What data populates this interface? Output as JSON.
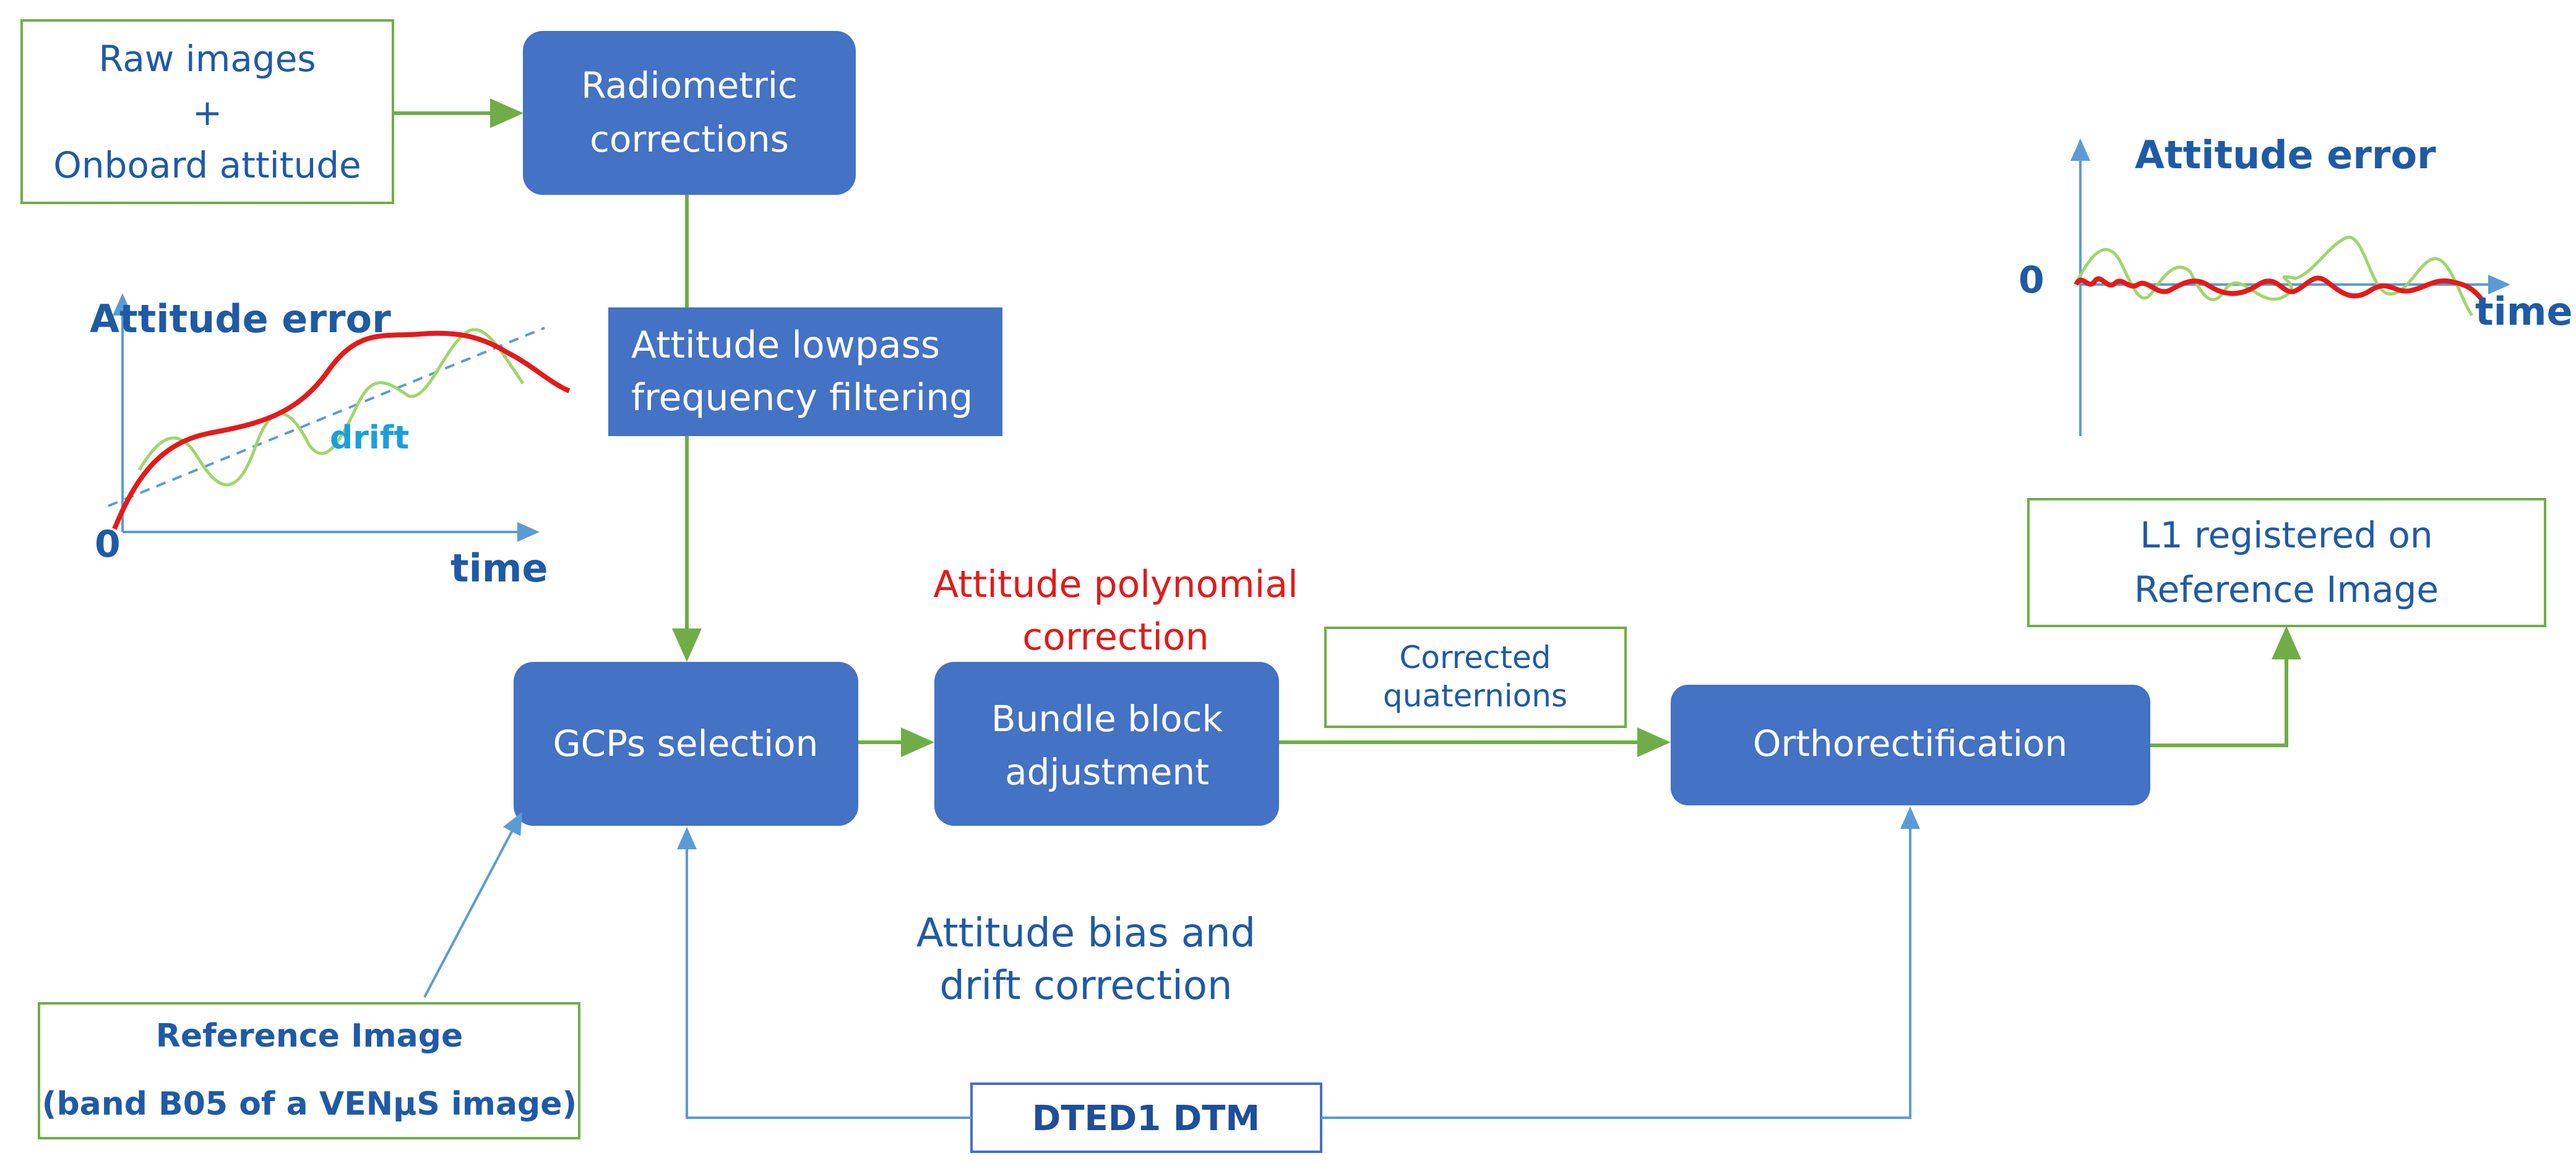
{
  "inputs": {
    "raw": [
      "Raw images",
      "+",
      "Onboard attitude"
    ],
    "reference": [
      "Reference Image",
      "(band B05 of a VENµS image)"
    ],
    "dtm": "DTED1 DTM"
  },
  "steps": {
    "radiometric": [
      "Radiometric",
      "corrections"
    ],
    "lowpass": [
      "Attitude lowpass",
      "frequency filtering"
    ],
    "gcps": "GCPs selection",
    "bundle": [
      "Bundle block",
      "adjustment"
    ],
    "ortho": "Orthorectification"
  },
  "annotations": {
    "polynomial": [
      "Attitude polynomial",
      "correction"
    ],
    "bias_drift": [
      "Attitude bias and",
      "drift correction"
    ],
    "quaternions": [
      "Corrected",
      "quaternions"
    ]
  },
  "output": [
    "L1 registered on",
    "Reference Image"
  ],
  "left_plot": {
    "title": "Attitude error",
    "origin": "0",
    "xlabel": "time",
    "drift_label": "drift"
  },
  "right_plot": {
    "title": "Attitude error",
    "origin": "0",
    "xlabel": "time"
  },
  "colors": {
    "box_fill": "#4472c4",
    "green": "#70ad47",
    "blue_line": "#5b9bd5",
    "text_blue": "#1f5aa6",
    "red": "#e41a1a",
    "light_green": "#9ed66b"
  }
}
